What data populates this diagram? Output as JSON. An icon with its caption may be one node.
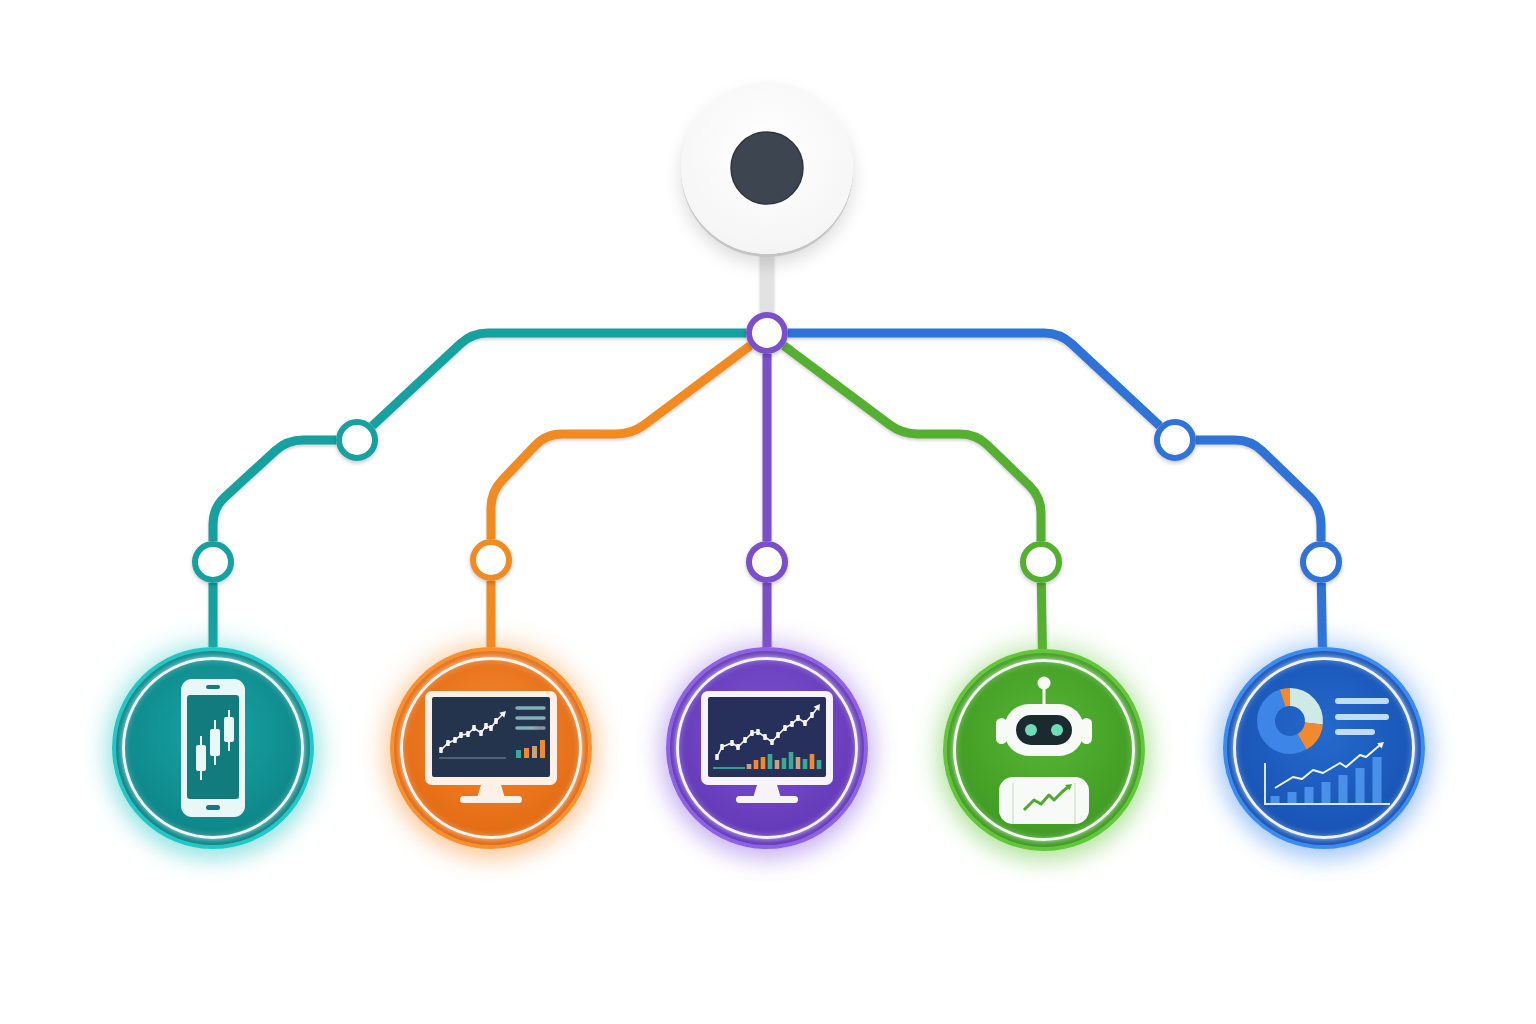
{
  "diagram": {
    "nodes": [
      {
        "text": [],
        "shape": "circle"
      },
      {
        "text": [],
        "shape": "circle"
      },
      {
        "text": [],
        "shape": "circle"
      },
      {
        "text": [],
        "shape": "circle"
      },
      {
        "text": [],
        "shape": "picture"
      },
      {
        "text": [],
        "shape": "circle"
      },
      {
        "text": [],
        "shape": "picture"
      },
      {
        "text": [],
        "shape": "circle"
      },
      {
        "text": [],
        "shape": "picture"
      },
      {
        "text": [],
        "shape": "circle"
      },
      {
        "text": [],
        "shape": "picture"
      },
      {
        "text": [],
        "shape": "circle"
      },
      {
        "text": [],
        "shape": "circle"
      },
      {
        "text": [],
        "shape": "picture"
      }
    ],
    "edges": [
      {
        "from": 0,
        "to": 1,
        "arrow": "none",
        "color": "#e2e2e2"
      },
      {
        "from": 1,
        "to": 2,
        "arrow": "none",
        "color": "#17a0a0"
      },
      {
        "from": 2,
        "to": 3,
        "arrow": "none",
        "color": "#17a0a0"
      },
      {
        "from": 3,
        "to": 4,
        "arrow": "none",
        "color": "#17a0a0"
      },
      {
        "from": 1,
        "to": 5,
        "arrow": "none",
        "color": "#f28a22"
      },
      {
        "from": 5,
        "to": 6,
        "arrow": "none",
        "color": "#f28a22"
      },
      {
        "from": 1,
        "to": 7,
        "arrow": "none",
        "color": "#7b4fc9"
      },
      {
        "from": 7,
        "to": 8,
        "arrow": "none",
        "color": "#7b4fc9"
      },
      {
        "from": 1,
        "to": 9,
        "arrow": "none",
        "color": "#55b032"
      },
      {
        "from": 9,
        "to": 10,
        "arrow": "none",
        "color": "#55b032"
      },
      {
        "from": 1,
        "to": 11,
        "arrow": "none",
        "color": "#2f73d8"
      },
      {
        "from": 11,
        "to": 12,
        "arrow": "none",
        "color": "#2f73d8"
      },
      {
        "from": 12,
        "to": 13,
        "arrow": "none",
        "color": "#2f73d8"
      }
    ]
  }
}
